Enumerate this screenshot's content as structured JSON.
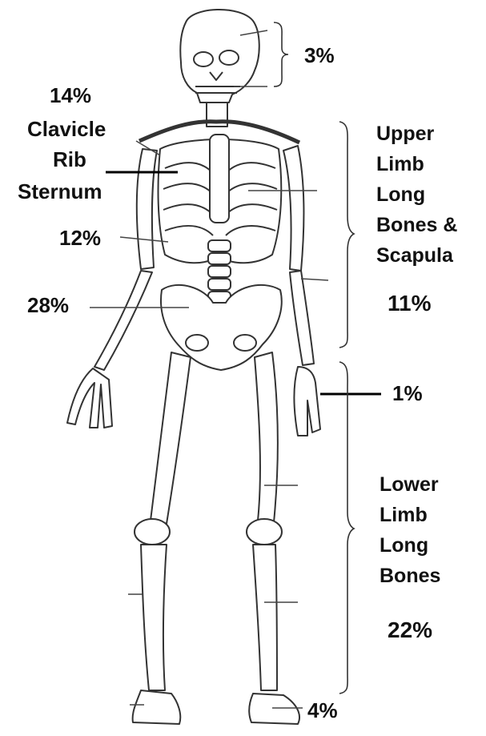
{
  "labels": {
    "skull": "3%",
    "clavicle_group_pct": "14%",
    "clavicle": "Clavicle",
    "rib": "Rib",
    "sternum": "Sternum",
    "vertebrae": "12%",
    "pelvis": "28%",
    "upper_limb": [
      "Upper",
      "Limb",
      "Long",
      "Bones &",
      "Scapula"
    ],
    "upper_limb_pct": "11%",
    "hand": "1%",
    "lower_limb": [
      "Lower",
      "Limb",
      "Long",
      "Bones"
    ],
    "lower_limb_pct": "22%",
    "foot": "4%"
  },
  "colors": {
    "ink": "#111111",
    "bone_line": "#333333",
    "bone_fill": "#ffffff"
  }
}
